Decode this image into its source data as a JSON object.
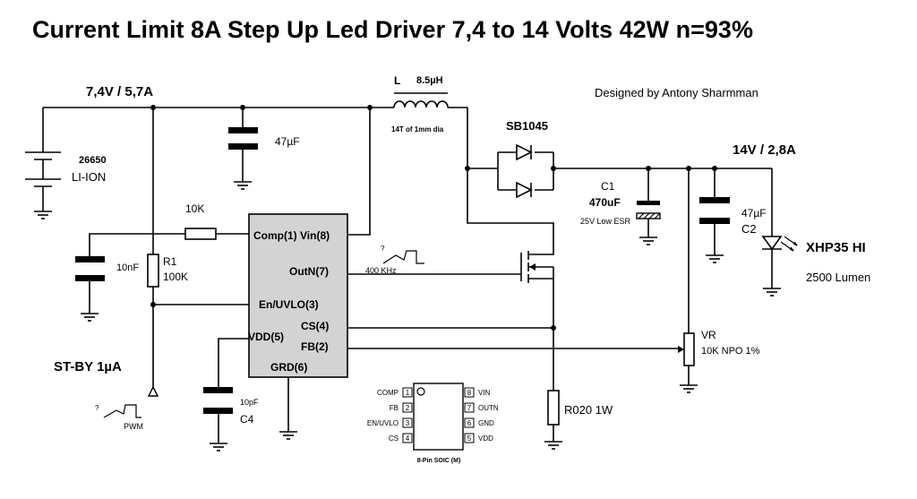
{
  "title": "Current Limit 8A Step Up Led Driver 7,4 to 14 Volts 42W n=93%",
  "designer": "Designed by Antony Sharmman",
  "input": {
    "rail": "7,4V / 5,7A",
    "battery_type": "26650",
    "battery_chem": "LI-ION"
  },
  "output": {
    "rail": "14V / 2,8A"
  },
  "inductor": {
    "ref": "L",
    "value": "8.5µH",
    "note": "14T of 1mm dia"
  },
  "diode": {
    "part": "SB1045"
  },
  "caps": {
    "cin": "47µF",
    "c1_ref": "C1",
    "c1_value": "470uF",
    "c1_note": "25V Low ESR",
    "c2_value": "47µF",
    "c2_ref": "C2",
    "ccomp": "10nF",
    "c4_value": "10pF",
    "c4_ref": "C4"
  },
  "resistors": {
    "rcomp": "10K",
    "r1_ref": "R1",
    "r1_value": "100K",
    "rsense": "R020 1W",
    "vr_ref": "VR",
    "vr_value": "10K NPO 1%"
  },
  "ic": {
    "pin_comp_vin": "Comp(1) Vin(8)",
    "pin_outn": "OutN(7)",
    "pin_en": "En/UVLO(3)",
    "pin_cs": "CS(4)",
    "pin_vdd": "VDD(5)",
    "pin_fb": "FB(2)",
    "pin_grd": "GRD(6)"
  },
  "signals": {
    "gate_freq": "400 KHz",
    "standby": "ST-BY 1µA",
    "pwm": "PWM",
    "q": "?"
  },
  "led": {
    "part": "XHP35 HI",
    "lumen": "2500 Lumen"
  },
  "pinout": {
    "caption": "8-Pin SOIC (M)",
    "left": [
      {
        "name": "COMP",
        "num": "1"
      },
      {
        "name": "FB",
        "num": "2"
      },
      {
        "name": "EN/UVLO",
        "num": "3"
      },
      {
        "name": "CS",
        "num": "4"
      }
    ],
    "right": [
      {
        "name": "VIN",
        "num": "8"
      },
      {
        "name": "OUTN",
        "num": "7"
      },
      {
        "name": "GND",
        "num": "6"
      },
      {
        "name": "VDD",
        "num": "5"
      }
    ]
  }
}
